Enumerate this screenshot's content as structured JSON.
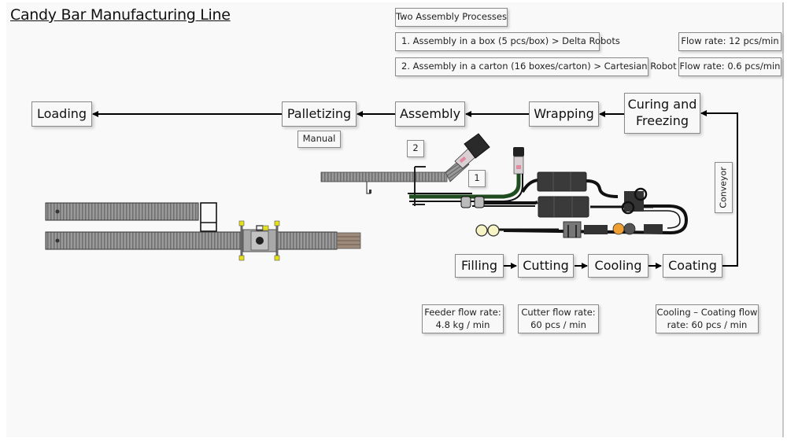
{
  "title": "Candy Bar Manufacturing Line",
  "assembly_notes": {
    "header": "Two Assembly Processes",
    "process_1": "1. Assembly in a box (5 pcs/box)  > Delta Robots",
    "process_2": "2. Assembly in a carton (16 boxes/carton) > Cartesian Robot",
    "flow_rate_1": "Flow rate: 12 pcs/min",
    "flow_rate_2": "Flow rate: 0.6 pcs/min"
  },
  "top_flow": {
    "steps": [
      "Loading",
      "Palletizing",
      "Assembly",
      "Wrapping",
      "Curing and Freezing"
    ],
    "palletizing_note": "Manual"
  },
  "bottom_flow": {
    "steps": [
      "Filling",
      "Cutting",
      "Cooling",
      "Coating"
    ]
  },
  "conveyor_label": "Conveyor",
  "markers": {
    "marker_1": "1",
    "marker_2": "2"
  },
  "rate_notes": {
    "feeder": [
      "Feeder flow rate:",
      "4.8 kg / min"
    ],
    "cutter": [
      "Cutter flow rate:",
      "60 pcs / min"
    ],
    "cooling_coating": [
      "Cooling – Coating flow",
      "rate: 60 pcs / min"
    ]
  },
  "colors": {
    "conveyor_gray": "#8c8c8c",
    "machine_dark": "#3a3a3a",
    "green_path": "#1f4d1f",
    "orange_ball": "#f0a030",
    "cream_feeder": "#f6f3c4",
    "yellow_handle": "#e6e01a"
  }
}
